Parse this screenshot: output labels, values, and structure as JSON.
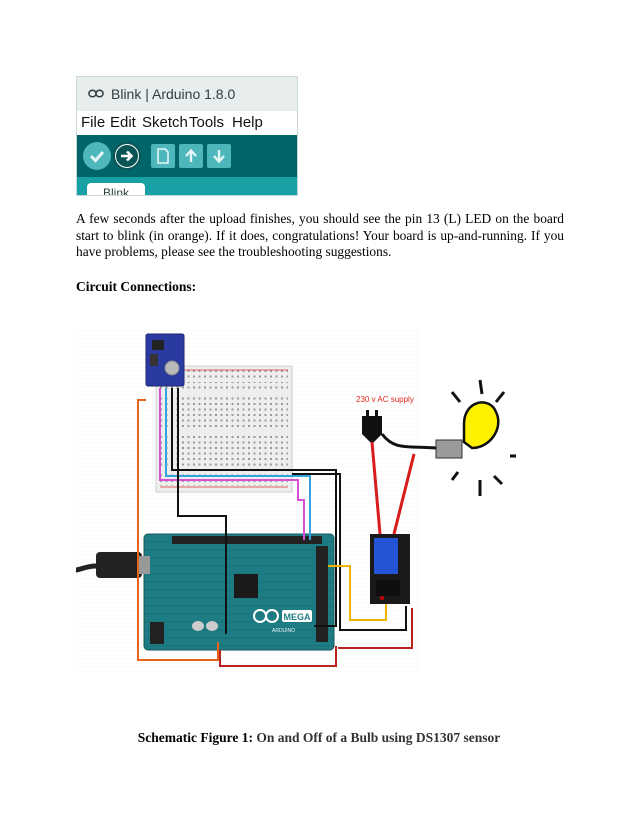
{
  "ide": {
    "title": "Blink | Arduino 1.8.0",
    "menu": [
      "File",
      "Edit",
      "Sketch",
      "Tools",
      "Help"
    ],
    "tab": "Blink",
    "colors": {
      "titlebar": "#e8eeee",
      "toolbar": "#006468",
      "tabstrip": "#17a1a5"
    }
  },
  "paragraph": {
    "text": "A few seconds after the upload finishes, you should see the pin 13 (L) LED on the board start to blink (in orange). If it does, congratulations! Your board is up-and-running. If you have problems, please see the ",
    "link": "troubleshooting suggestions."
  },
  "heading": "Circuit Connections:",
  "figure": {
    "supply_label": "230 v AC supply",
    "board_logo": "MEGA",
    "board_name": "ARDUINO"
  },
  "caption": {
    "label": "Schematic Figure 1:",
    "text": "On and Off of a Bulb using DS1307 sensor"
  }
}
